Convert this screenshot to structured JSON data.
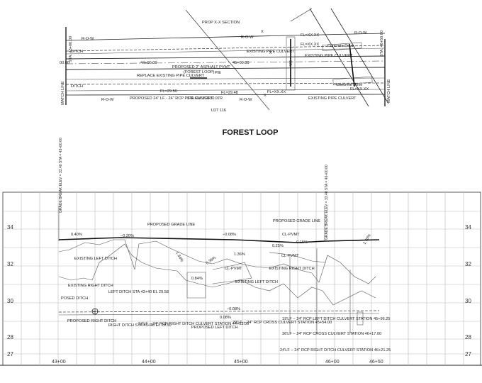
{
  "plan": {
    "title": "FOREST LOOP",
    "match_line_left": "MATCH LINE",
    "match_line_right": "MATCH LINE",
    "sta_left": "STA. 43+00.00",
    "sta_right": "STA. 46+50.00",
    "labels": {
      "prop_xx_section": "PROP X-X SECTION",
      "row_top": "R-O-W",
      "row_top_2": "R-O-W",
      "row_top_3": "R-O-W",
      "row_bottom": "R-O-W",
      "row_bottom_2": "R-O-W",
      "ditch_top": "DITCH",
      "ditch_bottom": "DITCH",
      "existing_pipe_culvert_1": "EXISTING PIPE CULVERT",
      "existing_pipe_culvert_2": "EXISTING PIPE CULVERT",
      "existing_pipe_culvert_3": "EXISTING PIPE CULVERT",
      "proposed_asphalt": "PROPOSED 2\" ASPHALT PVMT",
      "forest_loop_inline": "(FOREST LOOP)",
      "replace_existing_pipe_culvert": "REPLACE EXISTING PIPE CULVERT",
      "proposed_rcp": "PROPOSED 24\" LF - 24\" RCP PIPE CULVERT",
      "fl_2950": "FL=29.50",
      "fl_2948": "FL=29.48",
      "fl_xx_1": "FL=XX.XX",
      "fl_xx_2": "FL=XX.XX",
      "fl_xx_3": "FL=XX.XX",
      "fl_xx_4": "FL=XX.XX",
      "sta_44": "44+00.00",
      "sta_45": "45+00.00",
      "sta_small": "STA 44+53.00 30.00'R",
      "ldt": "LDT 116",
      "concrete_drive_1": "Concrete Drive",
      "concrete_drive_2": "Concrete Drive",
      "pie": "PIE",
      "val_00": "00.00",
      "cl": "C/L",
      "x_mark": "X"
    }
  },
  "profile": {
    "elevations_left": [
      "34",
      "32",
      "30",
      "28",
      "27"
    ],
    "elevations_right": [
      "34",
      "32",
      "30",
      "28",
      "27"
    ],
    "stations": [
      "43+00",
      "44+00",
      "45+00",
      "46+00",
      "46+50"
    ],
    "labels": {
      "grade_break_left": "GRADE BREAK ELEV = 33.40 STA = 43+00.00",
      "grade_break_right": "GRADE BREAK ELEV = 33.40 STA = 46+00.00",
      "slope_040": "0.40%",
      "slope_020": "−0.20%",
      "slope_008": "−0.08%",
      "slope_025": "0.25%",
      "slope_015": "−0.15%",
      "slope_084": "0.84%",
      "slope_134": "1.34%",
      "slope_035": "0.35%",
      "slope_136": "1.36%",
      "slope_170": "1.70%",
      "slope_dash_008_a": "−0.08%",
      "slope_dash_008_b": "0.08%",
      "proposed_grade_line_1": "PROPOSED GRADE LINE",
      "proposed_grade_line_2": "PROPOSED GRADE LINE",
      "cl_pvmt_1": "CL-PVMT",
      "cl_pvmt_2": "CL-PVMT",
      "cl_pvmt_3": "CL-PVMT",
      "existing_left_ditch_1": "EXISTING LEFT DITCH",
      "existing_left_ditch_2": "EXISTING LEFT DITCH",
      "existing_right_ditch_1": "EXISTING RIGHT DITCH",
      "existing_right_ditch_2": "EXISTING RIGHT DITCH",
      "proposed_right_ditch_1": "POSED DITCH",
      "proposed_right_ditch_2": "PROPOSED RIGHT DITCH",
      "left_ditch_sta": "LEFT DITCH STA 43+40 EL 29.58",
      "right_ditch_sta": "RIGHT DITCH STA 43+40 EL 29.50",
      "culvert_1": "24'LF − 24\" RCP RIGHT DITCH CULVERT STATION 44+53.00",
      "proposed_left_ditch": "PROPOSED LEFT DITCH",
      "culvert_2": "29'LF − 24\" RCP CROSS CULVERT STATION 45+54.00",
      "culvert_3": "19'LF − 24\" RCP LEFT DITCH CULVERT STATION 45+96.25",
      "culvert_4": "36'LF − 24\" RCP CROSS CULVERT STATION 46+17.00",
      "culvert_5": "24'LF − 24\" RCP RIGHT DITCH CULVERT STATION 46+21.25"
    }
  }
}
